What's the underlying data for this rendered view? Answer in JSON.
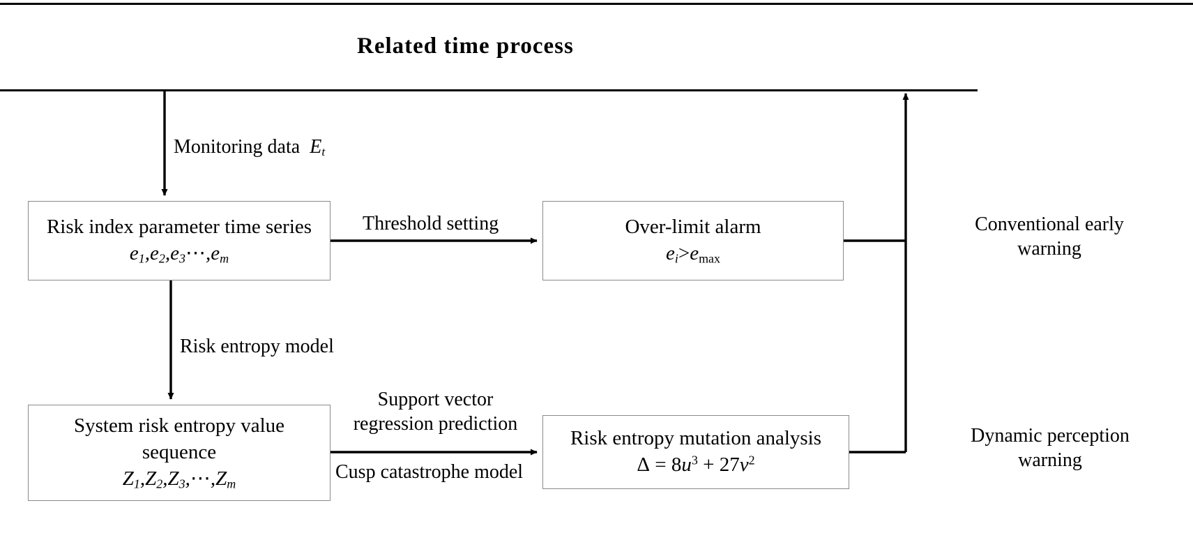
{
  "diagram": {
    "title": "Related  time  process",
    "boxes": {
      "risk_index": {
        "line1": "Risk index parameter time series",
        "formula_prefix": "e",
        "formula": "e1,e2,e3⋯,em"
      },
      "over_limit": {
        "line1": "Over-limit alarm",
        "formula": "ei>emax"
      },
      "entropy_sequence": {
        "line1": "System risk entropy value",
        "line2": "sequence",
        "formula": "Z1,Z2,Z3,⋯,Zm"
      },
      "mutation_analysis": {
        "line1": "Risk entropy mutation analysis",
        "formula": "Δ = 8u3 + 27v2"
      }
    },
    "edge_labels": {
      "monitoring_data": "Monitoring data",
      "monitoring_data_symbol": "E",
      "monitoring_data_subscript": "t",
      "threshold_setting": "Threshold setting",
      "risk_entropy_model": "Risk entropy model",
      "support_vector_line1": "Support vector",
      "support_vector_line2": "regression prediction",
      "cusp_catastrophe": "Cusp catastrophe model"
    },
    "outputs": {
      "conventional_line1": "Conventional early",
      "conventional_line2": "warning",
      "dynamic_line1": "Dynamic perception",
      "dynamic_line2": "warning"
    },
    "symbols": {
      "e": "e",
      "z": "Z",
      "delta": "Δ",
      "gt": ">",
      "ellipsis": "⋯",
      "comma": ",",
      "max": "max",
      "u": "u",
      "v": "v",
      "eq": "=",
      "plus": "+",
      "eight": "8",
      "twentyseven": "27",
      "three": "3",
      "two": "2",
      "one": "1",
      "m": "m",
      "i": "i"
    },
    "colors": {
      "line": "#000000",
      "box_border": "#8a8a8a",
      "background": "#ffffff",
      "text": "#000000"
    }
  }
}
